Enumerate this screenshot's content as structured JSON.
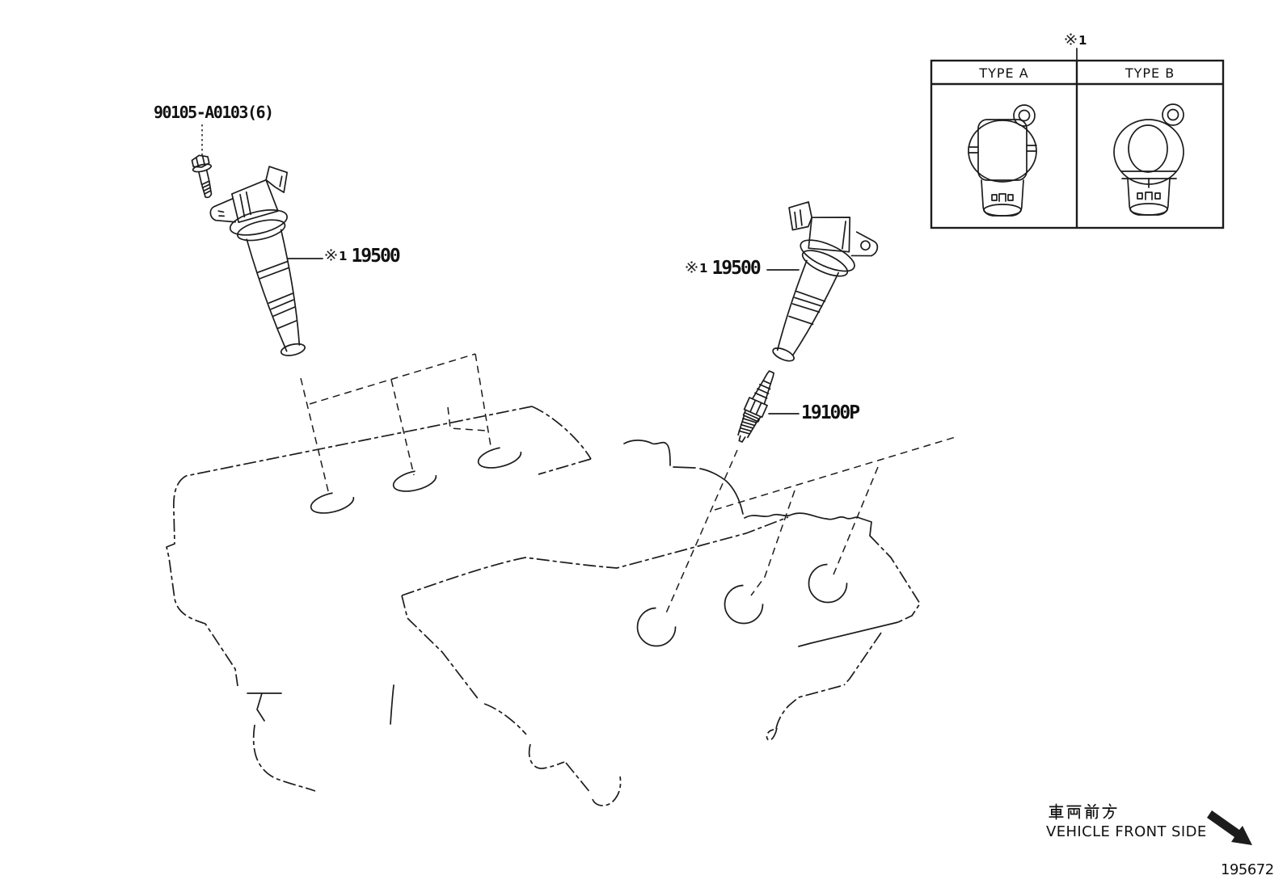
{
  "diagram": {
    "number": "195672",
    "bg_color": "#ffffff",
    "line_color": "#1c1c1c",
    "description": "Ignition coil and spark plug parts diagram on V6 engine"
  },
  "callouts": {
    "bolt": {
      "part_no": "90105-A0103(6)"
    },
    "coil_left": {
      "ref_mark": "※",
      "ref_num": "1",
      "part_no": "19500"
    },
    "coil_right": {
      "ref_mark": "※",
      "ref_num": "1",
      "part_no": "19500"
    },
    "spark_plug": {
      "part_no": "19100P"
    }
  },
  "legend": {
    "ref_label": {
      "ref_mark": "※",
      "ref_num": "1"
    },
    "columns": [
      {
        "label": "TYPE A"
      },
      {
        "label": "TYPE B"
      }
    ]
  },
  "footer": {
    "vehicle_front_jp": "車両前方",
    "vehicle_front_en": "VEHICLE FRONT SIDE"
  }
}
